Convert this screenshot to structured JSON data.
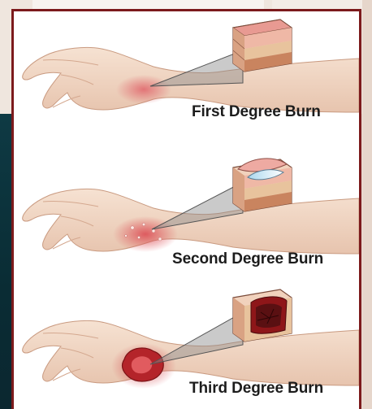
{
  "labels": {
    "first": "First Degree Burn",
    "second": "Second Degree Burn",
    "third": "Third Degree Burn"
  },
  "colors": {
    "frame": "#7c1a1c",
    "skin": "#f3dccb",
    "burn_red": "#d8484a",
    "deep_burn": "#8e1619"
  },
  "icons": [
    "hand-arm",
    "skin-cross-section-icon",
    "blister-icon",
    "charred-tissue-icon"
  ]
}
